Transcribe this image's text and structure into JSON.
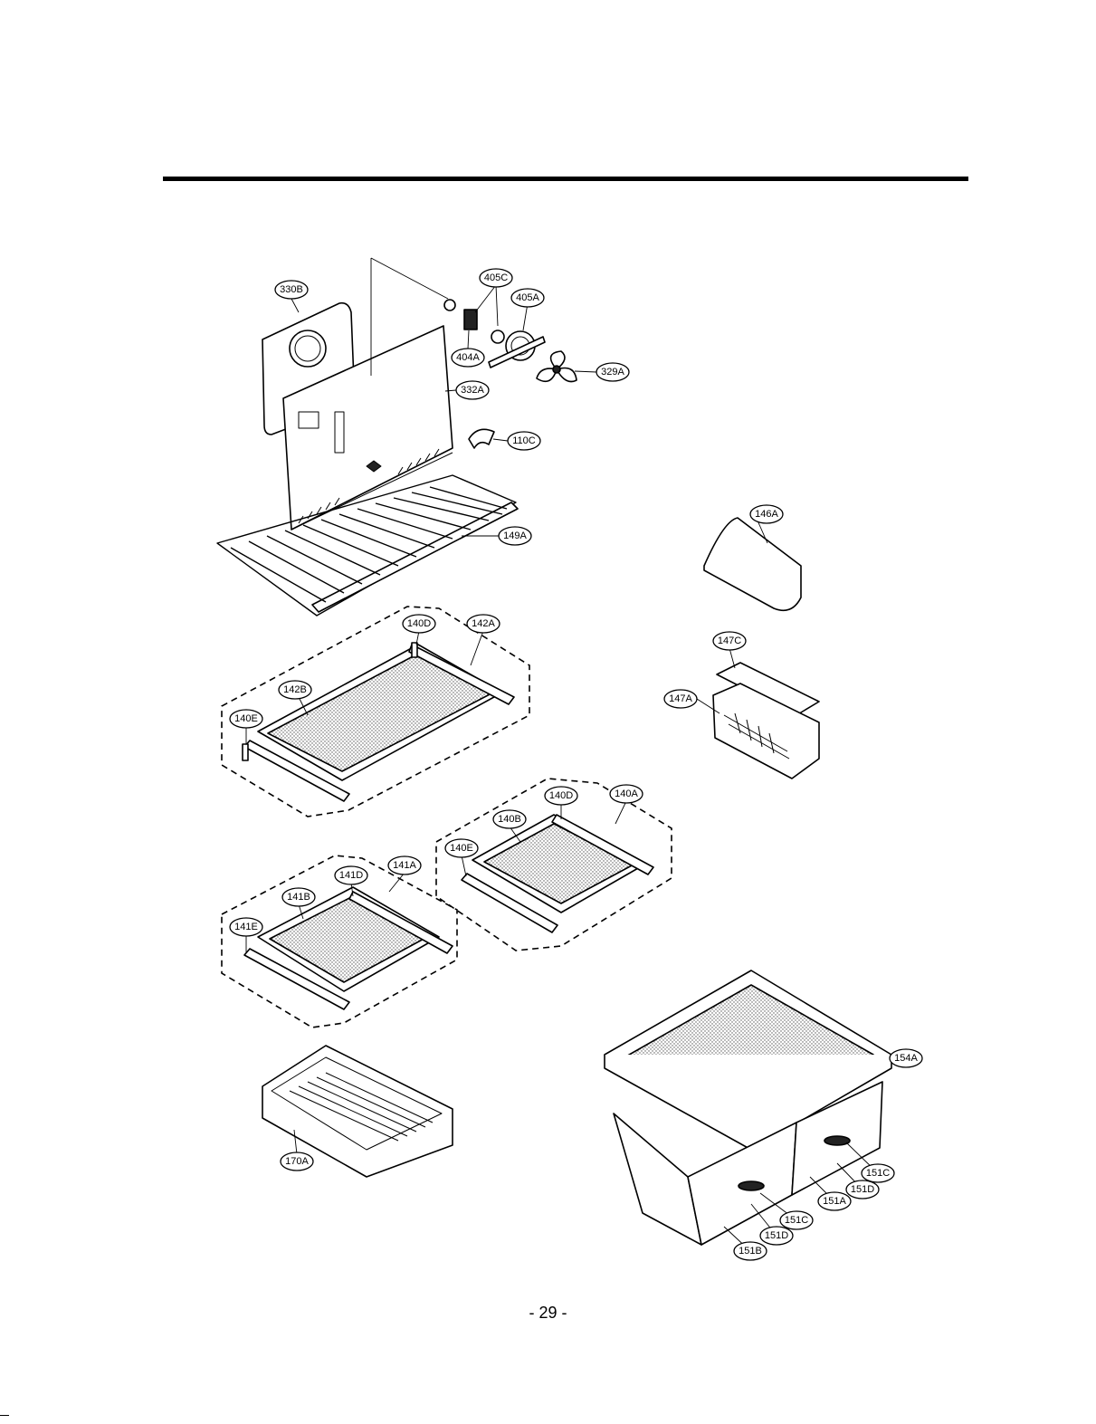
{
  "page": {
    "number": "- 29 -"
  },
  "callouts": {
    "330B": "330B",
    "405C": "405C",
    "405A": "405A",
    "404A": "404A",
    "329A": "329A",
    "332A": "332A",
    "110C": "110C",
    "149A": "149A",
    "146A": "146A",
    "140D_top": "140D",
    "142A": "142A",
    "142B": "142B",
    "140E_top": "140E",
    "147C": "147C",
    "147A": "147A",
    "140D_mid": "140D",
    "140A": "140A",
    "140B": "140B",
    "140E_mid": "140E",
    "141D": "141D",
    "141A": "141A",
    "141B": "141B",
    "141E": "141E",
    "154A": "154A",
    "170A": "170A",
    "151C_right": "151C",
    "151D_right": "151D",
    "151A": "151A",
    "151C_left": "151C",
    "151D_left": "151D",
    "151B": "151B"
  }
}
